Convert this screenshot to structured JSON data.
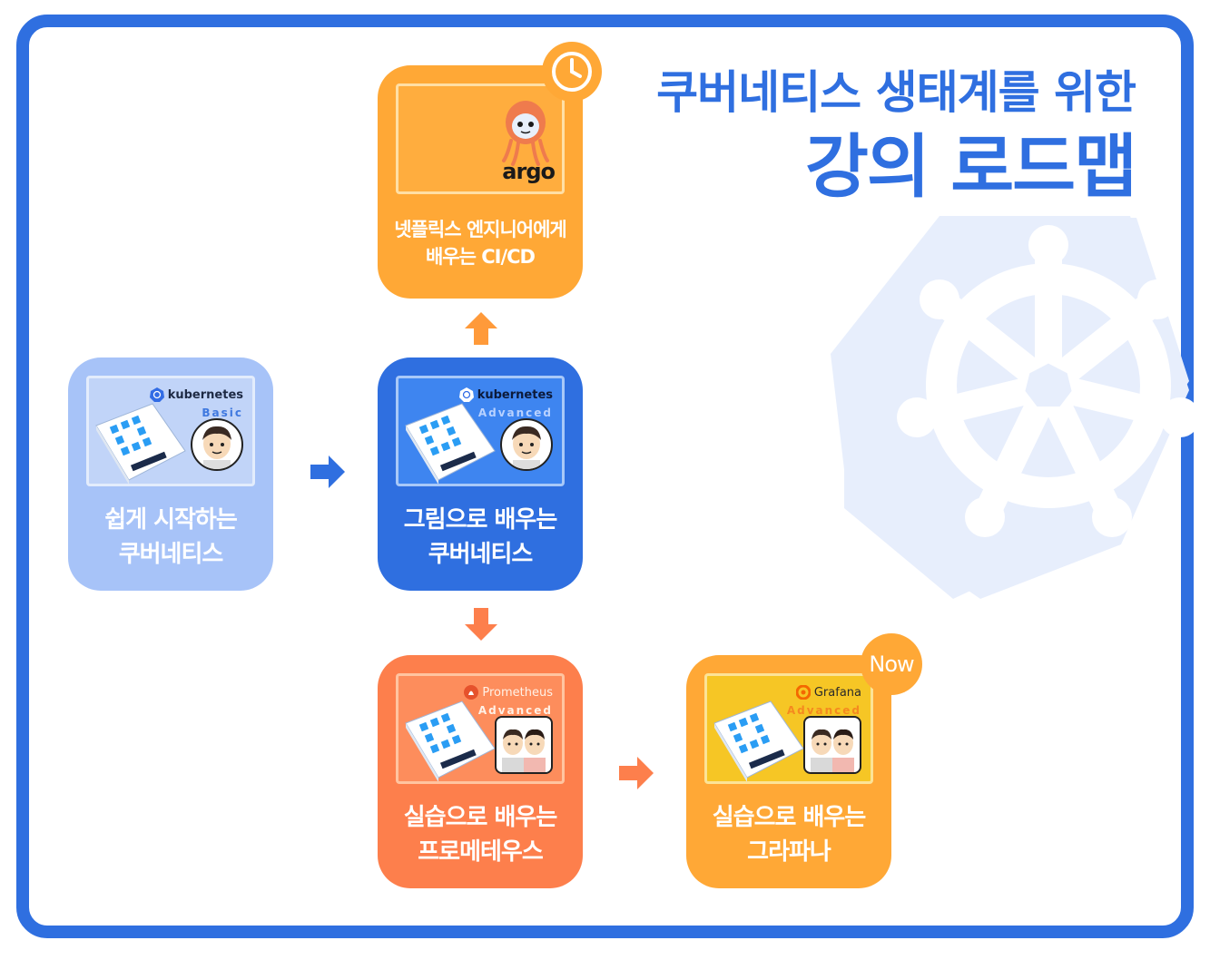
{
  "title": {
    "line1": "쿠버네티스 생태계를 위한",
    "line2": "강의 로드맵"
  },
  "cards": {
    "basic": {
      "brand": "kubernetes",
      "level": "Basic",
      "caption_line1": "쉽게 시작하는",
      "caption_line2": "쿠버네티스"
    },
    "advanced": {
      "brand": "kubernetes",
      "level": "Advanced",
      "caption_line1": "그림으로 배우는",
      "caption_line2": "쿠버네티스"
    },
    "argo": {
      "brand": "argo",
      "caption_line1": "넷플릭스 엔지니어에게",
      "caption_line2": "배우는 CI/CD"
    },
    "prometheus": {
      "brand": "Prometheus",
      "level": "Advanced",
      "caption_line1": "실습으로 배우는",
      "caption_line2": "프로메테우스"
    },
    "grafana": {
      "brand": "Grafana",
      "level": "Advanced",
      "caption_line1": "실습으로 배우는",
      "caption_line2": "그라파나",
      "badge": "Now"
    }
  },
  "icons": {
    "clock": "clock-icon",
    "arrow": "arrow-icon",
    "wheel": "helm-wheel-icon"
  },
  "colors": {
    "brand_blue": "#2f6fe0",
    "light_blue": "#a7c3f8",
    "orange": "#ffa836",
    "coral": "#fd7f4c",
    "arrow_blue": "#2f6fe0",
    "arrow_orange": "#ff9a3a",
    "arrow_coral": "#fd7f4c"
  }
}
